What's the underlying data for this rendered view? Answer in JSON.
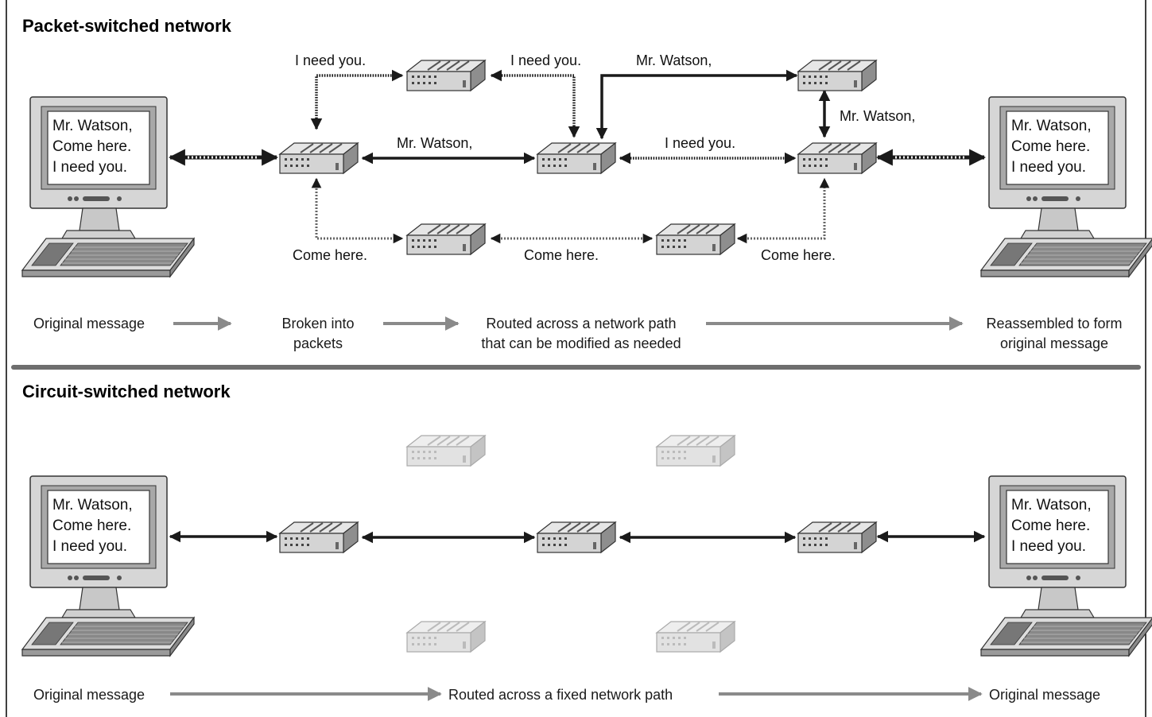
{
  "packet": {
    "title": "Packet-switched network",
    "screen_lines": [
      "Mr. Watson,",
      "Come here.",
      "I need you."
    ],
    "labels": {
      "top_left": "I need you.",
      "top_mid": "I need you.",
      "top_right": "Mr. Watson,",
      "right_vertical": "Mr. Watson,",
      "mid_left": "Mr. Watson,",
      "mid_right": "I need you.",
      "bottom_left": "Come here.",
      "bottom_mid": "Come here.",
      "bottom_right": "Come here."
    },
    "flow": {
      "step1": "Original message",
      "step2_line1": "Broken into",
      "step2_line2": "packets",
      "step3_line1": "Routed across a network path",
      "step3_line2": "that can be modified as needed",
      "step4_line1": "Reassembled to form",
      "step4_line2": "original message"
    }
  },
  "circuit": {
    "title": "Circuit-switched network",
    "screen_lines": [
      "Mr. Watson,",
      "Come here.",
      "I need you."
    ],
    "flow": {
      "step1": "Original message",
      "step2": "Routed across a fixed network path",
      "step3": "Original message"
    }
  },
  "colors": {
    "frame": "#000000",
    "divider": "#6e6e6e",
    "arrow": "#1a1a1a",
    "flow_arrow": "#8a8a8a",
    "router_body": "#c9c9c9",
    "router_faded": "#bdbdbd",
    "computer_body": "#d0d0d0"
  }
}
